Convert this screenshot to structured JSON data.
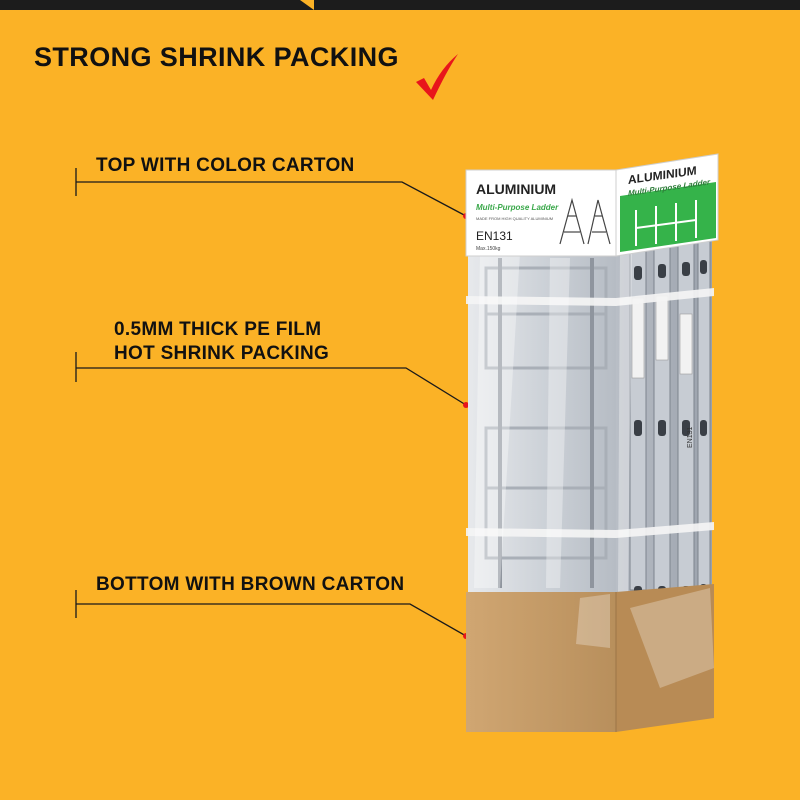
{
  "title": "STRONG SHRINK PACKING",
  "callouts": [
    {
      "lines": [
        "TOP WITH COLOR CARTON"
      ]
    },
    {
      "lines": [
        "0.5MM THICK PE FILM",
        "HOT SHRINK PACKING"
      ]
    },
    {
      "lines": [
        "BOTTOM WITH BROWN CARTON"
      ]
    }
  ],
  "carton": {
    "brand": "ALUMINIUM",
    "subtitle": "Multi-Purpose Ladder",
    "tagline": "MADE FROM HIGH QUALITY ALUMINIUM",
    "standard": "EN131",
    "load": "Max.150kg",
    "side_brand": "ALUMINIUM",
    "side_subtitle": "Multi-Purpose Ladder",
    "rung_label": "EN131"
  },
  "colors": {
    "background": "#fbb226",
    "text": "#111111",
    "check": "#e8151b",
    "pointer": "#e8151b",
    "carton_green": "#35b34a",
    "brown_carton": "#c59a63"
  },
  "icons": {
    "check": "checkmark-icon"
  }
}
